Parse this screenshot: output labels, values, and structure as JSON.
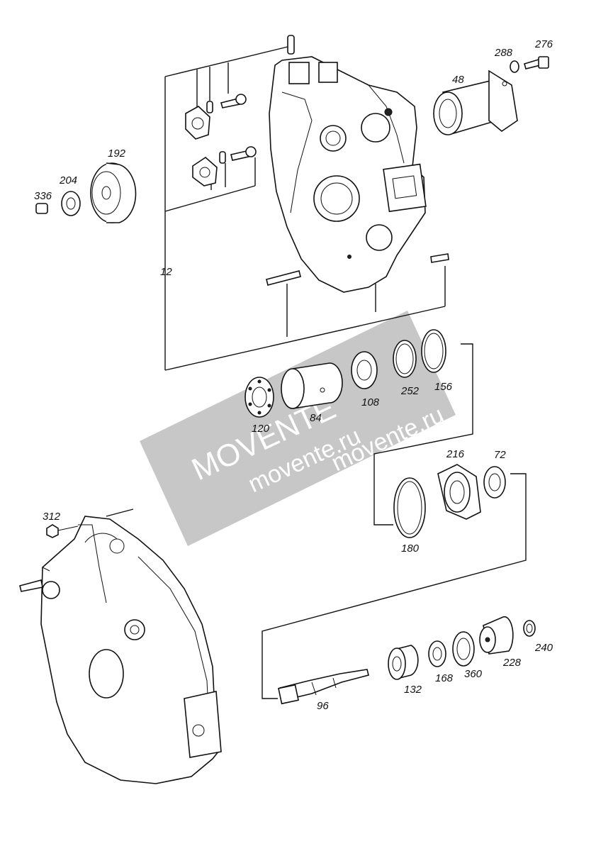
{
  "watermark": {
    "logo_text": "MOVENTE",
    "url_large": "movente.ru",
    "url_small": "movente.ru",
    "color": "#b8b8b8"
  },
  "callouts": {
    "c12": "12",
    "c48": "48",
    "c72": "72",
    "c84": "84",
    "c96": "96",
    "c108": "108",
    "c120": "120",
    "c132": "132",
    "c156": "156",
    "c168": "168",
    "c180": "180",
    "c192": "192",
    "c204": "204",
    "c216": "216",
    "c228": "228",
    "c240": "240",
    "c252": "252",
    "c276": "276",
    "c288": "288",
    "c312": "312",
    "c336": "336",
    "c360": "360"
  }
}
